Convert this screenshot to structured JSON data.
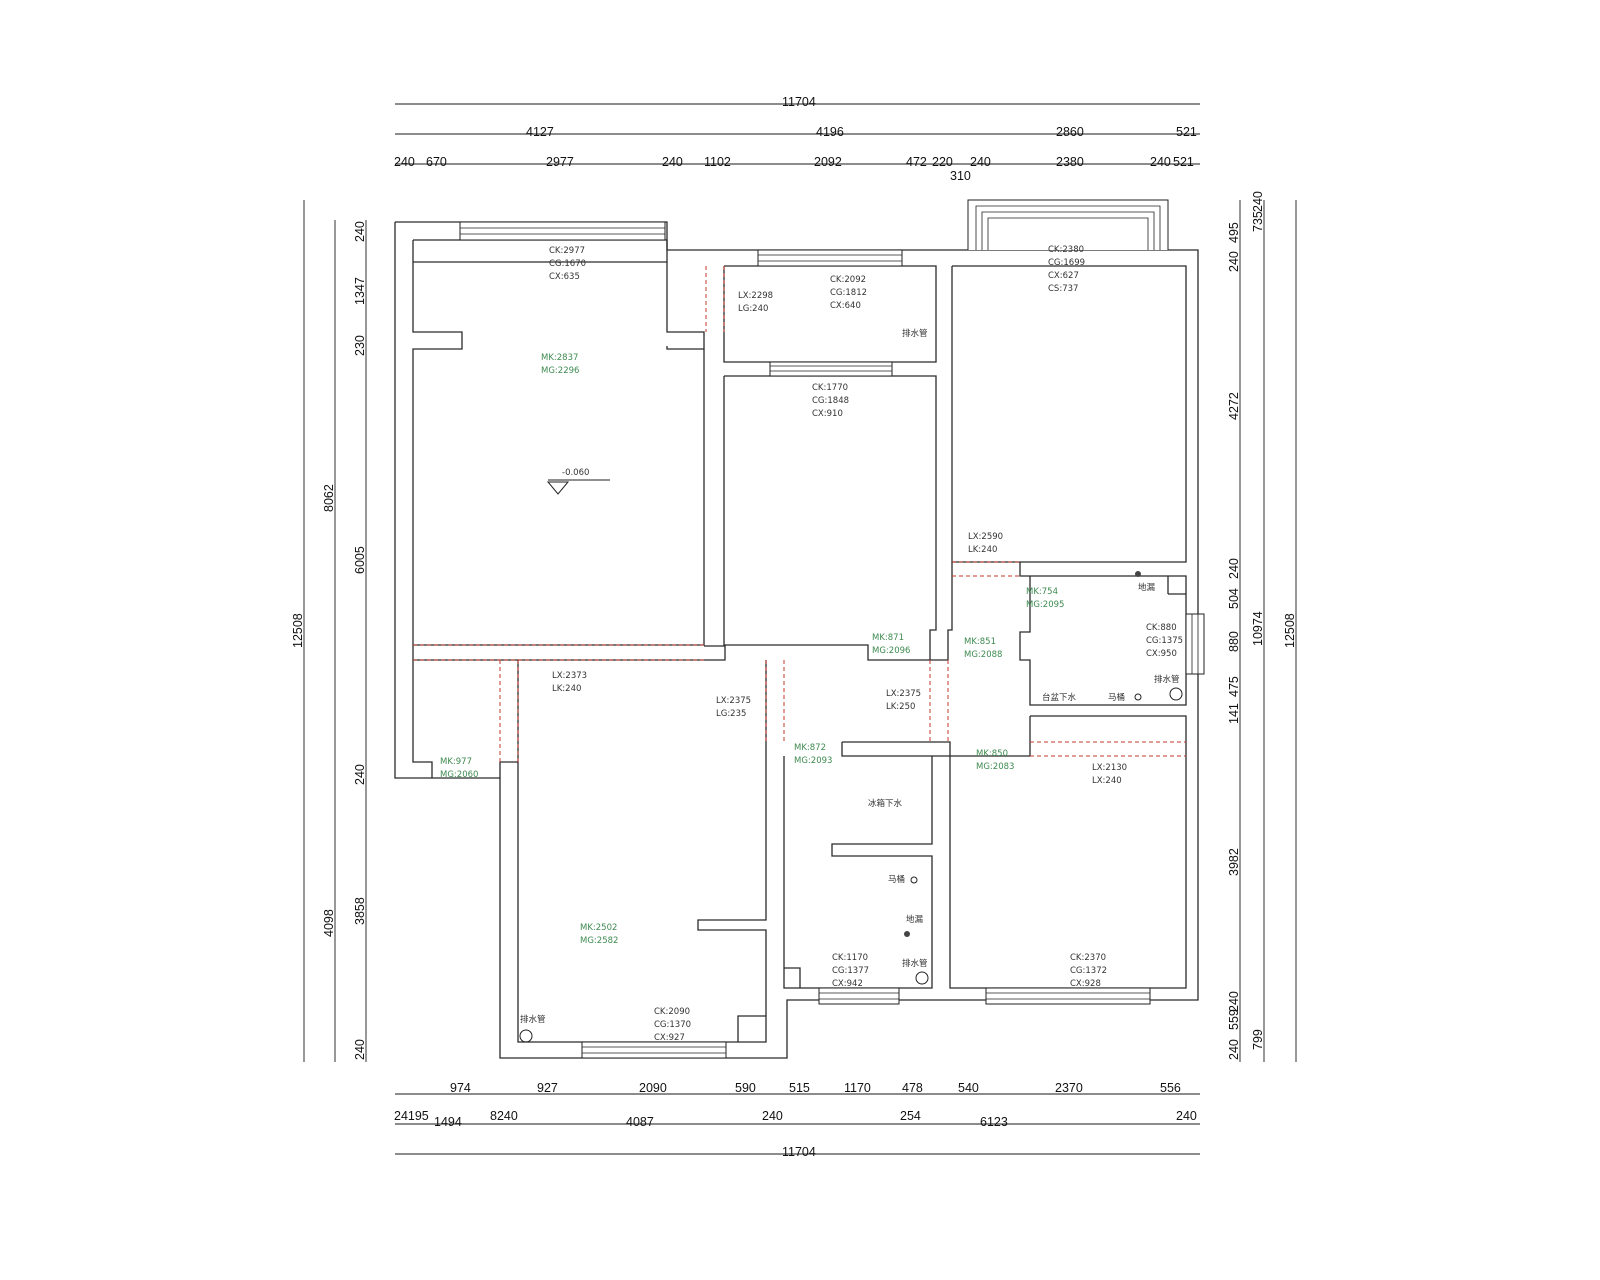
{
  "colors": {
    "wall": "#2b2b2b",
    "dimension": "#1a1a1a",
    "label": "#333333",
    "green_label": "#3e8a50",
    "opening_dashes": "#c0392b"
  },
  "dimensions": {
    "top_total": "11704",
    "top_row2": [
      "4127",
      "4196",
      "2860",
      "521"
    ],
    "top_row3": [
      "240",
      "670",
      "2977",
      "240",
      "1102",
      "2092",
      "472",
      "220",
      "240",
      "2380",
      "240",
      "521"
    ],
    "top_bay": "310",
    "bottom_row1": [
      "974",
      "927",
      "2090",
      "590",
      "515",
      "1170",
      "478",
      "540",
      "2370",
      "556"
    ],
    "bottom_row2": [
      "24195",
      "1494",
      "8240",
      "4087",
      "240",
      "254",
      "6123",
      "240"
    ],
    "bottom_total": "11704",
    "left_total": "12508",
    "left_mid": [
      "8062",
      "4098"
    ],
    "left_inner": [
      "240",
      "1347",
      "230",
      "6005",
      "240",
      "3858",
      "240"
    ],
    "right_total": "12508",
    "right_mid": [
      "735",
      "240",
      "10974",
      "799"
    ],
    "right_inner": [
      "495",
      "240",
      "4272",
      "240",
      "504",
      "880",
      "475",
      "141",
      "3982",
      "240",
      "559",
      "240"
    ]
  },
  "labels": {
    "a1": [
      "CK:2977",
      "CG:1670",
      "CX:635"
    ],
    "a1g": [
      "MK:2837",
      "MG:2296"
    ],
    "level": "-0.060",
    "b1": [
      "LX:2298",
      "LG:240"
    ],
    "b2": [
      "CK:2092",
      "CG:1812",
      "CX:640"
    ],
    "b3": "排水管",
    "c1": [
      "CK:2380",
      "CG:1699",
      "CX:627",
      "CS:737"
    ],
    "d1": [
      "CK:1770",
      "CG:1848",
      "CX:910"
    ],
    "e1": [
      "LX:2590",
      "LK:240"
    ],
    "e2": [
      "MK:754",
      "MG:2095"
    ],
    "e3": "地漏",
    "e4": [
      "CK:880",
      "CG:1375",
      "CX:950"
    ],
    "e5": [
      "MK:871",
      "MG:2096"
    ],
    "e6": [
      "MK:851",
      "MG:2088"
    ],
    "e7": "台盆下水",
    "e8": "马桶",
    "e9": "排水管",
    "f1": [
      "LX:2373",
      "LK:240"
    ],
    "f2": [
      "LX:2375",
      "LG:235"
    ],
    "f3": [
      "LX:2375",
      "LK:250"
    ],
    "f4": [
      "MK:872",
      "MG:2093"
    ],
    "f5": [
      "MK:850",
      "MG:2083"
    ],
    "f6": [
      "LX:2130",
      "LX:240"
    ],
    "g1": [
      "MK:977",
      "MG:2060"
    ],
    "g2": "冰箱下水",
    "g3": "马桶",
    "g4": "地漏",
    "g5": [
      "CK:1170",
      "CG:1377",
      "CX:942"
    ],
    "g6": "排水管",
    "h1": [
      "MK:2502",
      "MG:2582"
    ],
    "h2": "排水管",
    "h3": [
      "CK:2090",
      "CG:1370",
      "CX:927"
    ],
    "i1": [
      "CK:2370",
      "CG:1372",
      "CX:928"
    ]
  }
}
